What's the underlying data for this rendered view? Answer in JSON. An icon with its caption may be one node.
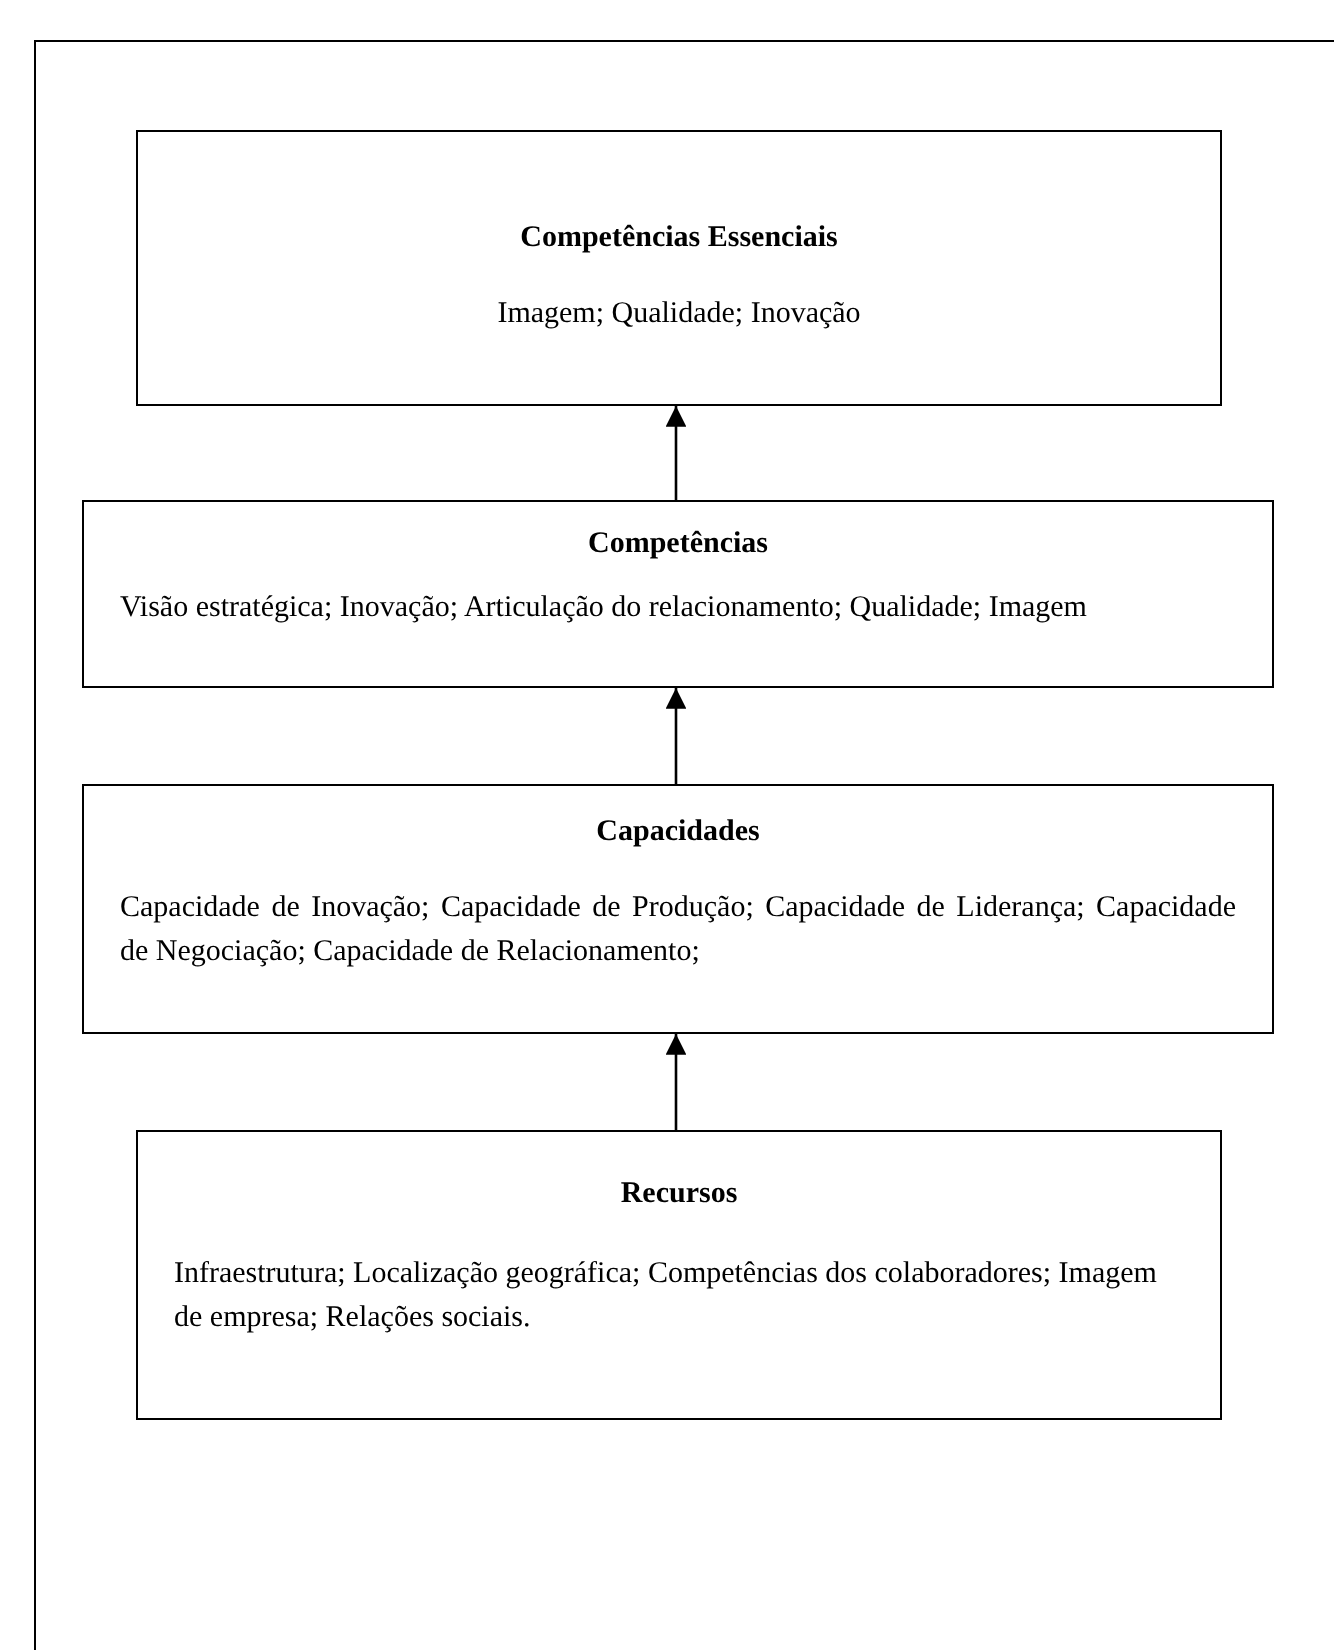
{
  "diagram": {
    "nodes": [
      {
        "text": [
          "Competências Essenciais",
          "Imagem; Qualidade; Inovação"
        ]
      },
      {
        "text": [
          "Competências",
          "Visão estratégica; Inovação; Articulação do relacionamento; Qualidade; Imagem"
        ]
      },
      {
        "text": [
          "Capacidades",
          "Capacidade de Inovação; Capacidade de Produção; Capacidade de Liderança; Capacidade de Negociação; Capacidade de Relacionamento;"
        ]
      },
      {
        "text": [
          "Recursos",
          "Infraestrutura; Localização geográfica; Competências dos colaboradores; Imagem de empresa; Relações sociais."
        ]
      }
    ],
    "edges": [
      {
        "from": 1,
        "to": 0,
        "arrow": "to"
      },
      {
        "from": 2,
        "to": 1,
        "arrow": "to"
      },
      {
        "from": 3,
        "to": 2,
        "arrow": "to"
      }
    ]
  }
}
